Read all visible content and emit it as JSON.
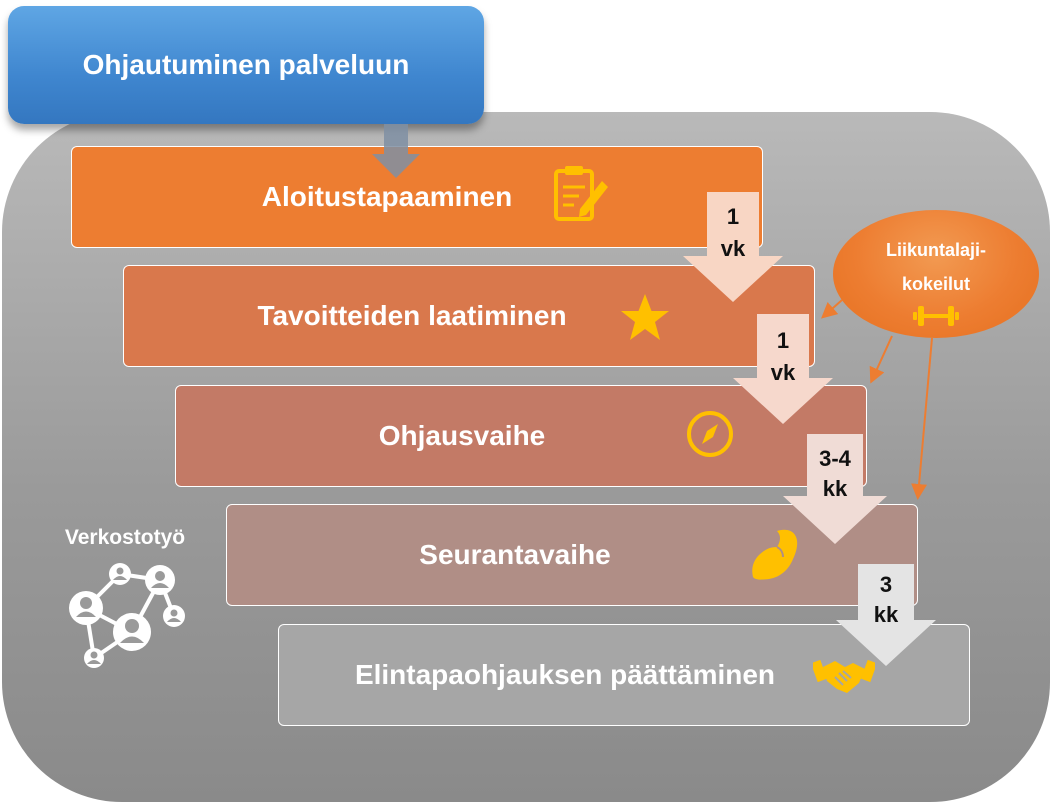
{
  "header": {
    "title": "Ohjautuminen palveluun"
  },
  "steps": [
    {
      "label": "Aloitustapaaminen",
      "icon": "clipboard-pencil-icon"
    },
    {
      "label": "Tavoitteiden laatiminen",
      "icon": "star-icon"
    },
    {
      "label": "Ohjausvaihe",
      "icon": "compass-icon"
    },
    {
      "label": "Seurantavaihe",
      "icon": "flexed-bicep-icon"
    },
    {
      "label": "Elintapaohjauksen päättäminen",
      "icon": "handshake-icon"
    }
  ],
  "durations": [
    {
      "line1": "1",
      "line2": "vk"
    },
    {
      "line1": "1",
      "line2": "vk"
    },
    {
      "line1": "3-4",
      "line2": "kk"
    },
    {
      "line1": "3",
      "line2": "kk"
    }
  ],
  "side_bubble": {
    "line1": "Liikuntalaji-",
    "line2": "kokeilut",
    "icon": "dumbbell-icon"
  },
  "network": {
    "label": "Verkostotyö",
    "icon": "people-network-icon"
  },
  "colors": {
    "header_blue": "#3f86cf",
    "step1": "#ed7d31",
    "step2": "#d9784c",
    "step3": "#c37a66",
    "step4": "#b08e86",
    "step5": "#a6a6a6",
    "icon_gold": "#ffc000",
    "panel_gray": "#a6a6a6"
  }
}
